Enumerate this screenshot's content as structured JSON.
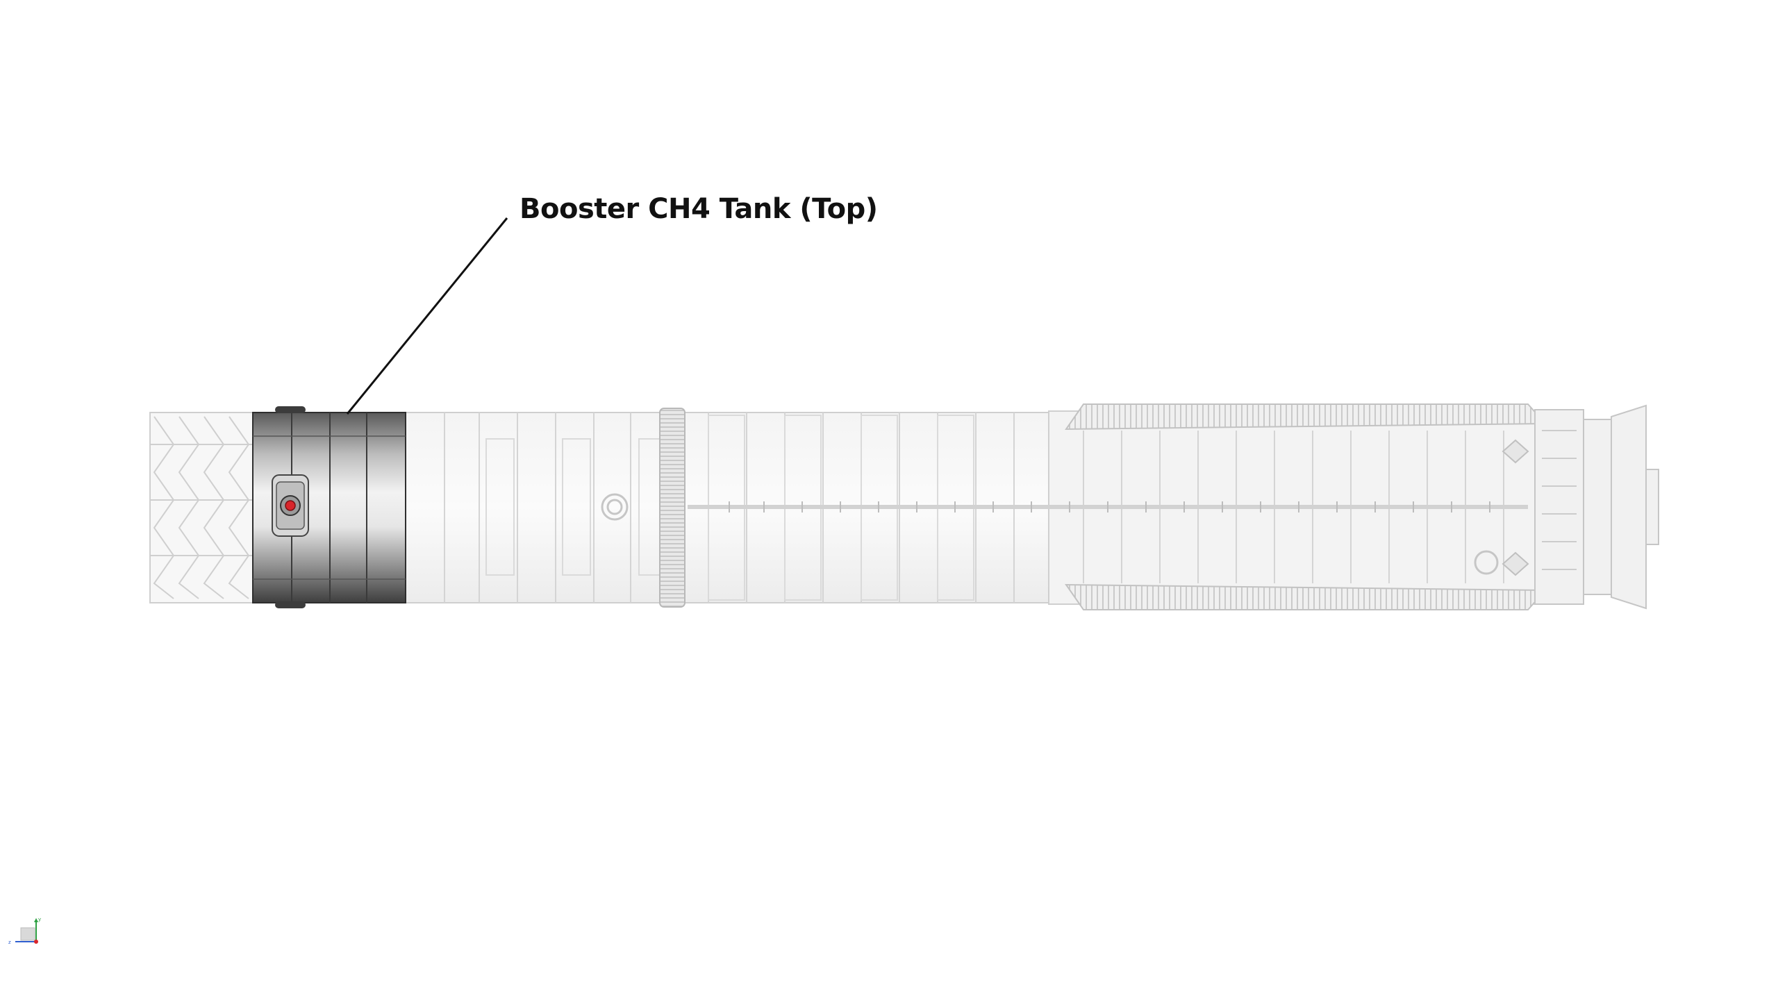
{
  "callout": {
    "label": "Booster CH4 Tank (Top)"
  },
  "highlighted_part": "booster-ch4-tank-top",
  "colors": {
    "background": "#ffffff",
    "ghost_fill": "#f1f1f1",
    "ghost_stroke": "#c9c9c9",
    "highlight_dark": "#4a4a4a",
    "highlight_light": "#f4f4f4",
    "accent_red": "#d9252b",
    "callout_line": "#111111"
  },
  "axis_triad": {
    "labels": [
      "y",
      "z"
    ]
  }
}
